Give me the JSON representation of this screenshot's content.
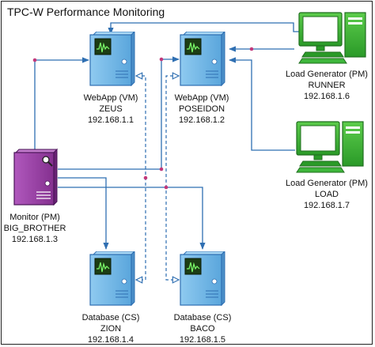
{
  "title": "TPC-W Performance Monitoring",
  "colors": {
    "server_fill": "#6fb6e6",
    "server_stroke": "#2f6fb2",
    "monitor_fill": "#9a3ba6",
    "monitor_stroke": "#4a1558",
    "pc_fill": "#34b233",
    "pc_stroke": "#1f6e1e",
    "link": "#2f6fb2",
    "junction": "#c2387a"
  },
  "nodes": {
    "zeus": {
      "line1": "WebApp (VM)",
      "line2": "ZEUS",
      "line3": "192.168.1.1"
    },
    "poseidon": {
      "line1": "WebApp (VM)",
      "line2": "POSEIDON",
      "line3": "192.168.1.2"
    },
    "runner": {
      "line1": "Load Generator (PM)",
      "line2": "RUNNER",
      "line3": "192.168.1.6"
    },
    "load": {
      "line1": "Load Generator (PM)",
      "line2": "LOAD",
      "line3": "192.168.1.7"
    },
    "monitor": {
      "line1": "Monitor (PM)",
      "line2": "BIG_BROTHER",
      "line3": "192.168.1.3"
    },
    "zion": {
      "line1": "Database (CS)",
      "line2": "ZION",
      "line3": "192.168.1.4"
    },
    "baco": {
      "line1": "Database (CS)",
      "line2": "BACO",
      "line3": "192.168.1.5"
    }
  }
}
